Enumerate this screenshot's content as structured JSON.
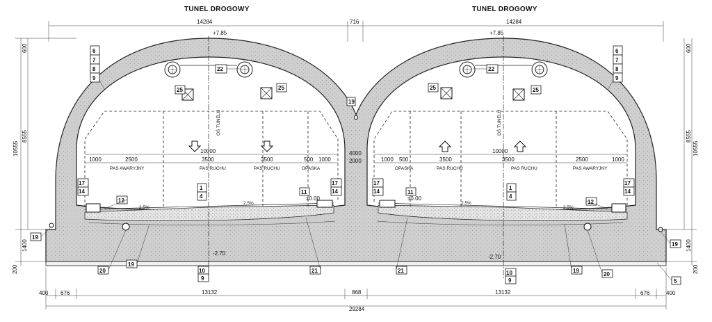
{
  "titles": {
    "left": "TUNEL DROGOWY",
    "right": "TUNEL DROGOWY"
  },
  "dimensions": {
    "top_width_left": "14284",
    "top_width_right": "14284",
    "top_gap": "716",
    "crown_level_left": "+7.85",
    "crown_level_right": "+7.85",
    "roof_thickness_left": "600",
    "roof_thickness_right": "600",
    "clear_height": "8555",
    "total_height": "10555",
    "base_height": "1400",
    "footing": "200",
    "carriageway": "10000",
    "shoulder_outer": "1000",
    "emergency_lane": "2500",
    "lane": "3500",
    "sidewalk_inner": "500",
    "center_height": "4000",
    "center_width": "2000",
    "road_level_left": "±0.00",
    "road_level_right": "±0.00",
    "invert_level_left": "-2.70",
    "invert_level_right": "-2.70",
    "bottom_offset": "400",
    "bottom_wall": "676",
    "inner_width_left": "13132",
    "inner_width_right": "13132",
    "middle_pillar": "868",
    "overall_width": "29284",
    "slope_left_a": "2.5%",
    "slope_left_b": "2.5%",
    "slope_right_a": "2.5%",
    "slope_right_b": "2.5%"
  },
  "lane_labels": {
    "emergency": "PAS AWARYJNY",
    "traffic": "PAS RUCHU",
    "sidewalk": "OPASKA",
    "axis": "OŚ TUNELU"
  },
  "callouts": {
    "c1": "1",
    "c4": "4",
    "c5": "5",
    "c6": "6",
    "c7": "7",
    "c8": "8",
    "c9": "9",
    "c10": "10",
    "c11": "11",
    "c12": "12",
    "c14": "14",
    "c17": "17",
    "c19": "19",
    "c20": "20",
    "c21": "21",
    "c22": "22",
    "c25": "25"
  }
}
